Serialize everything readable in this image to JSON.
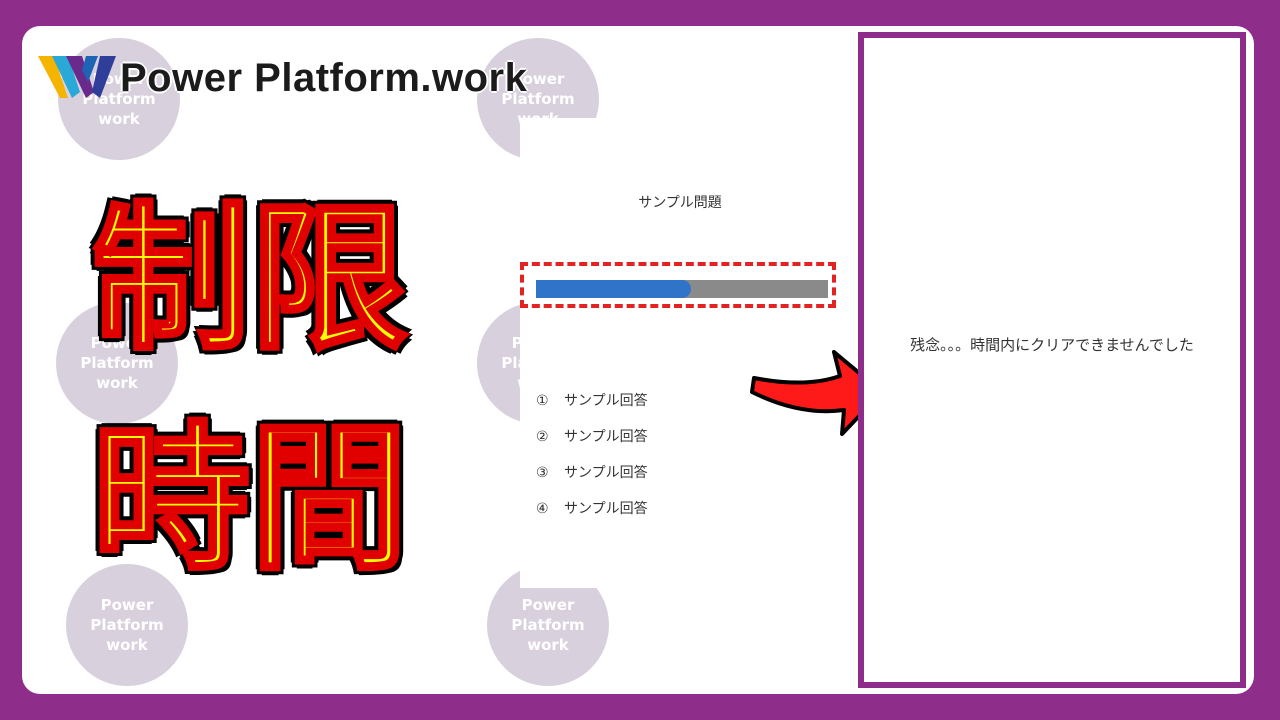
{
  "brand": {
    "name": "Power Platform.work"
  },
  "watermark": {
    "line1": "Power",
    "line2": "Platform",
    "line3": "work"
  },
  "headline": {
    "line1": "制限",
    "line2": "時間"
  },
  "quiz": {
    "title": "サンプル問題",
    "timer_progress": 0.53,
    "answers": [
      {
        "num": "①",
        "label": "サンプル回答"
      },
      {
        "num": "②",
        "label": "サンプル回答"
      },
      {
        "num": "③",
        "label": "サンプル回答"
      },
      {
        "num": "④",
        "label": "サンプル回答"
      }
    ]
  },
  "result": {
    "message": "残念。。。時間内にクリアできませんでした"
  },
  "colors": {
    "frame": "#8e2e8a",
    "headline_fill": "#ffff00",
    "headline_stroke": "#e00000",
    "timer_fill": "#2f74c9",
    "timer_track": "#8a8a8a",
    "highlight_dash": "#e32222",
    "arrow": "#ff1a1a"
  }
}
